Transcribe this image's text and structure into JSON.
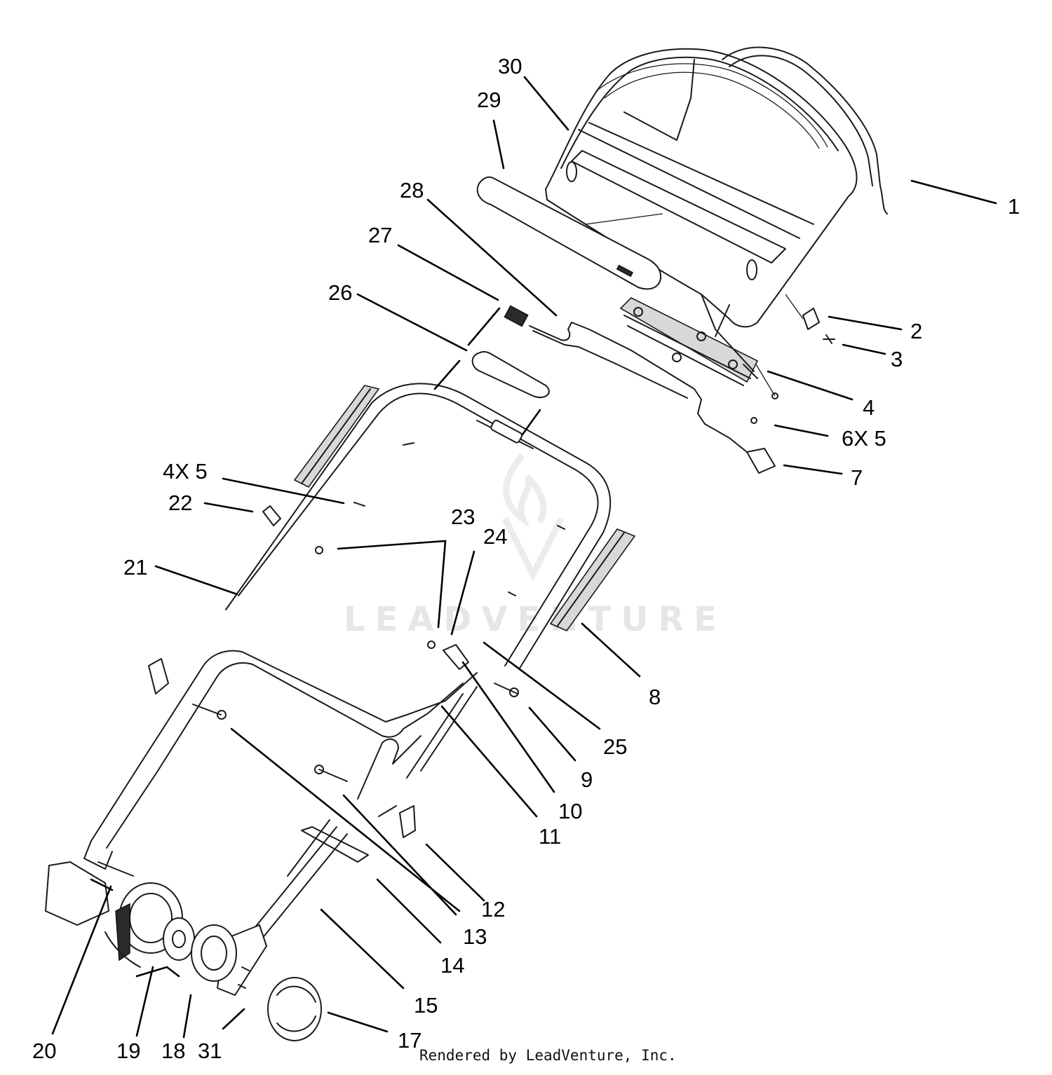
{
  "diagram": {
    "callouts": [
      {
        "id": "1",
        "label": "1"
      },
      {
        "id": "2",
        "label": "2"
      },
      {
        "id": "3",
        "label": "3"
      },
      {
        "id": "4",
        "label": "4"
      },
      {
        "id": "6",
        "label": "6X 5"
      },
      {
        "id": "7",
        "label": "7"
      },
      {
        "id": "8",
        "label": "8"
      },
      {
        "id": "9",
        "label": "9"
      },
      {
        "id": "10",
        "label": "10"
      },
      {
        "id": "11",
        "label": "11"
      },
      {
        "id": "12",
        "label": "12"
      },
      {
        "id": "13",
        "label": "13"
      },
      {
        "id": "14",
        "label": "14"
      },
      {
        "id": "15",
        "label": "15"
      },
      {
        "id": "17",
        "label": "17"
      },
      {
        "id": "18",
        "label": "18"
      },
      {
        "id": "19",
        "label": "19"
      },
      {
        "id": "20",
        "label": "20"
      },
      {
        "id": "21",
        "label": "21"
      },
      {
        "id": "22",
        "label": "22"
      },
      {
        "id": "23",
        "label": "23"
      },
      {
        "id": "24",
        "label": "24"
      },
      {
        "id": "25",
        "label": "25"
      },
      {
        "id": "26",
        "label": "26"
      },
      {
        "id": "27",
        "label": "27"
      },
      {
        "id": "28",
        "label": "28"
      },
      {
        "id": "29",
        "label": "29"
      },
      {
        "id": "30",
        "label": "30"
      },
      {
        "id": "31",
        "label": "31"
      },
      {
        "id": "4x5",
        "label": "4X 5"
      }
    ]
  },
  "watermark": {
    "text": "LEADVENTURE"
  },
  "credit": {
    "text": "Rendered by LeadVenture, Inc."
  }
}
